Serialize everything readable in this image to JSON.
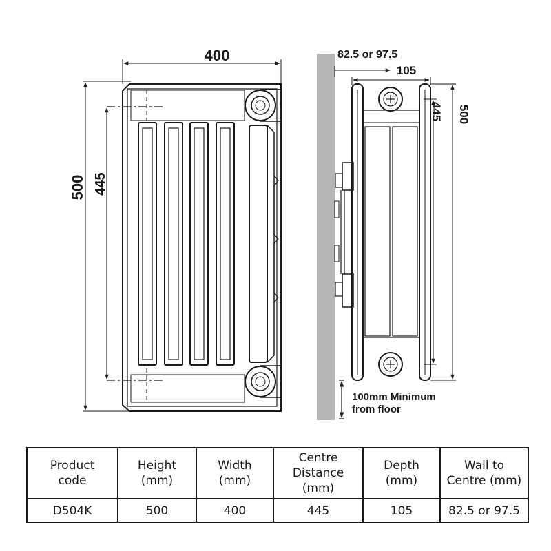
{
  "drawing": {
    "front_width_label": "400",
    "front_height_label": "500",
    "front_centre_label": "445",
    "side_wall_label": "82.5 or 97.5",
    "side_depth_label": "105",
    "side_centre_label": "445",
    "side_height_label": "500",
    "floor_note_line1": "100mm Minimum",
    "floor_note_line2": "from floor"
  },
  "table": {
    "headers": [
      "Product\ncode",
      "Height\n(mm)",
      "Width\n(mm)",
      "Centre\nDistance (mm)",
      "Depth\n(mm)",
      "Wall to\nCentre (mm)"
    ],
    "rows": [
      [
        "D504K",
        "500",
        "400",
        "445",
        "105",
        "82.5 or 97.5"
      ]
    ]
  }
}
